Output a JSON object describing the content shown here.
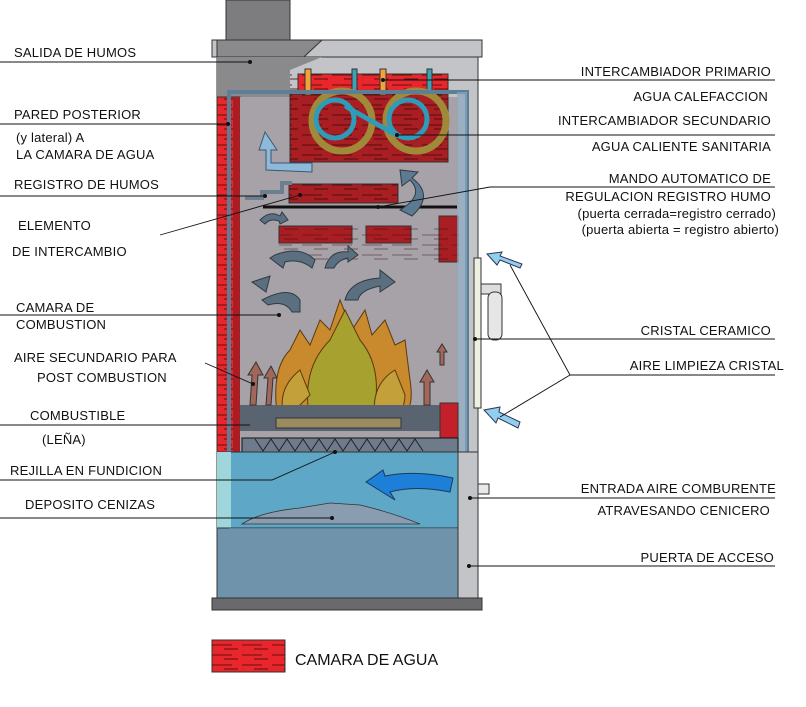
{
  "labels_left": {
    "salida_humos": "SALIDA DE HUMOS",
    "pared_posterior": "PARED POSTERIOR",
    "y_lateral": "(y lateral) A",
    "camara_agua_wall": "LA CAMARA DE AGUA",
    "registro_humos": "REGISTRO DE HUMOS",
    "elemento": "ELEMENTO",
    "de_intercambio": "DE INTERCAMBIO",
    "camara_de": "CAMARA DE",
    "combustion": "COMBUSTION",
    "aire_secundario": "AIRE SECUNDARIO PARA",
    "post_combustion": "POST COMBUSTION",
    "combustible": "COMBUSTIBLE",
    "lena": "(LEÑA)",
    "rejilla": "REJILLA EN FUNDICION",
    "deposito": "DEPOSITO CENIZAS"
  },
  "labels_right": {
    "intercambiador_primario": "INTERCAMBIADOR PRIMARIO",
    "agua_calefaccion": "AGUA CALEFACCION",
    "intercambiador_secundario": "INTERCAMBIADOR SECUNDARIO",
    "agua_sanitaria": "AGUA CALIENTE SANITARIA",
    "mando": "MANDO AUTOMATICO DE",
    "regulacion": "REGULACION REGISTRO HUMO",
    "puerta_cerrada": "(puerta cerrada=registro cerrado)",
    "puerta_abierta": "(puerta abierta = registro abierto)",
    "cristal": "CRISTAL CERAMICO",
    "aire_limpieza": "AIRE LIMPIEZA CRISTAL",
    "entrada_aire": "ENTRADA AIRE COMBURENTE",
    "atravesando": "ATRAVESANDO CENICERO",
    "puerta_acceso": "PUERTA DE ACCESO"
  },
  "legend": {
    "label": "CAMARA DE AGUA",
    "color": "#e8262b"
  },
  "colors": {
    "water_red": "#e8262b",
    "dark_red": "#a81e22",
    "chamber": "#a6a2a8",
    "ash_blue": "#5ea7c6",
    "door_blue": "#6f93aa",
    "frame": "#c3c4c8"
  }
}
